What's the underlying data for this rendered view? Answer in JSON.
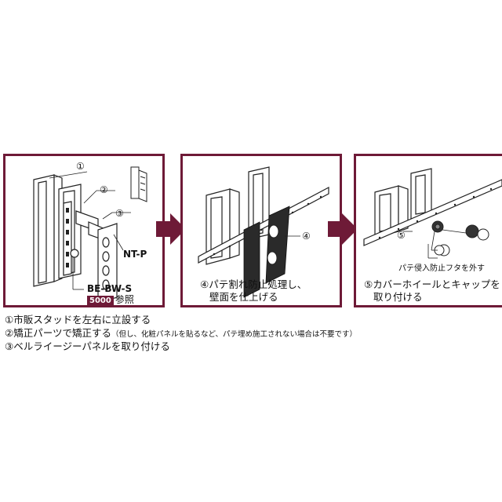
{
  "panel1": {
    "step1_marker": "①",
    "step2_marker": "②",
    "step3_marker": "③",
    "part_ntp": "NT-P",
    "part_bebws": "BE-BW-S",
    "ref_number": "5000",
    "ref_text": "参照"
  },
  "panel2": {
    "marker": "④",
    "caption_line1": "④パテ割れ防止処理し、",
    "caption_line2": "壁面を仕上げる"
  },
  "panel3": {
    "marker": "⑤",
    "lid_label": "パテ侵入防止フタを外す",
    "caption_line1": "⑤カバーホイールとキャップを",
    "caption_line2": "取り付ける"
  },
  "notes": {
    "line1": "①市販スタッドを左右に立設する",
    "line2_main": "②矯正パーツで矯正する",
    "line2_small": "（但し、化粧パネルを貼るなど、パテ埋め施工されない場合は不要です）",
    "line3": "③ベルライージーパネルを取り付ける"
  },
  "colors": {
    "frame": "#6e1a37",
    "arrow": "#6e1a37"
  }
}
